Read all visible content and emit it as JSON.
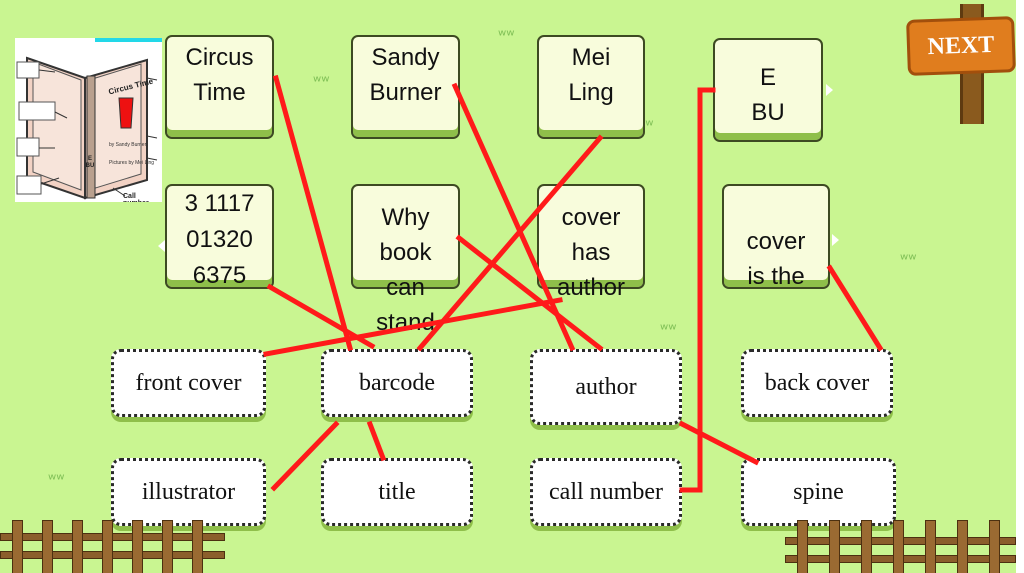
{
  "next_button": {
    "label": "NEXT"
  },
  "thumbnail": {
    "book_title": "Circus Time",
    "byline": "by Sandy Burner",
    "pictures": "Pictures by Mei Ling",
    "call_number": "E BU",
    "call_number_label": "Call number"
  },
  "answer_cards": [
    {
      "id": "card-circus-time",
      "text": "Circus Time"
    },
    {
      "id": "card-sandy-burner",
      "text": "Sandy Burner"
    },
    {
      "id": "card-mei-ling",
      "text": "Mei Ling"
    },
    {
      "id": "card-e-bu",
      "text": "E BU"
    },
    {
      "id": "card-barcode-number",
      "text": "3 1117 01320 6375"
    },
    {
      "id": "card-why-book-stand",
      "text": "Why book can stand up"
    },
    {
      "id": "card-cover-author",
      "text": "cover has author"
    },
    {
      "id": "card-last-page",
      "text": "cover is the last page"
    }
  ],
  "target_labels": [
    {
      "id": "label-front-cover",
      "text": "front cover"
    },
    {
      "id": "label-barcode",
      "text": "barcode"
    },
    {
      "id": "label-author",
      "text": "author"
    },
    {
      "id": "label-back-cover",
      "text": "back cover"
    },
    {
      "id": "label-illustrator",
      "text": "illustrator"
    },
    {
      "id": "label-title",
      "text": "title"
    },
    {
      "id": "label-call-number",
      "text": "call number"
    },
    {
      "id": "label-spine",
      "text": "spine"
    }
  ],
  "colors": {
    "background": "#c9f591",
    "card_fill": "#f8fcdc",
    "match_line": "#ff1a1a",
    "sign": "#e07d1e"
  }
}
